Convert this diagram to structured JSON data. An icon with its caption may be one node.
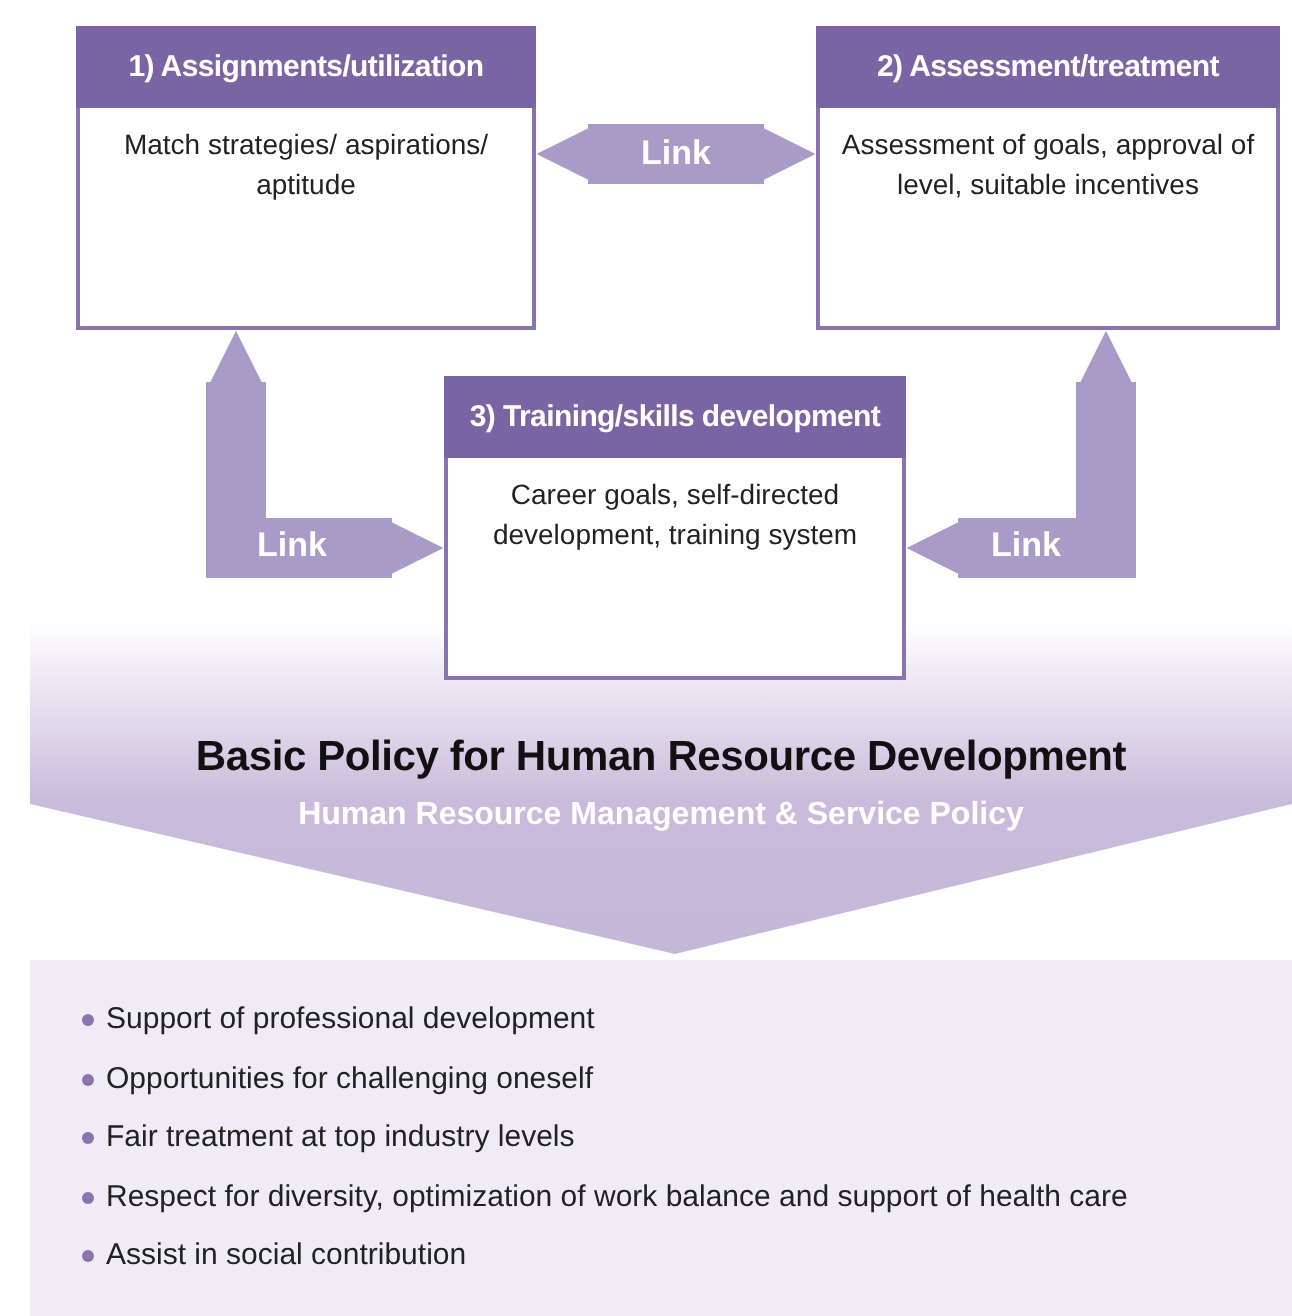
{
  "diagram": {
    "nodes": [
      {
        "text": [
          "1) Assignments/utilization",
          "Match strategies/ aspirations/ aptitude"
        ]
      },
      {
        "text": [
          "2) Assessment/treatment",
          "Assessment of goals, approval of level, suitable incentives"
        ]
      },
      {
        "text": [
          "3) Training/skills development",
          "Career goals, self-directed development, training system"
        ]
      },
      {
        "text": [
          "Basic Policy for Human Resource Development",
          "Human Resource Management & Service Policy"
        ]
      },
      {
        "text": [
          "Support of professional development",
          "Opportunities for challenging oneself",
          "Fair treatment at top industry levels",
          "Respect for diversity, optimization of work balance and support of health care",
          "Assist in social contribution"
        ]
      }
    ],
    "edges": [
      {
        "from": 0,
        "to": 1,
        "arrow": "both",
        "label": "Link"
      },
      {
        "from": 0,
        "to": 2,
        "arrow": "both",
        "label": "Link"
      },
      {
        "from": 1,
        "to": 2,
        "arrow": "both",
        "label": "Link"
      }
    ]
  }
}
